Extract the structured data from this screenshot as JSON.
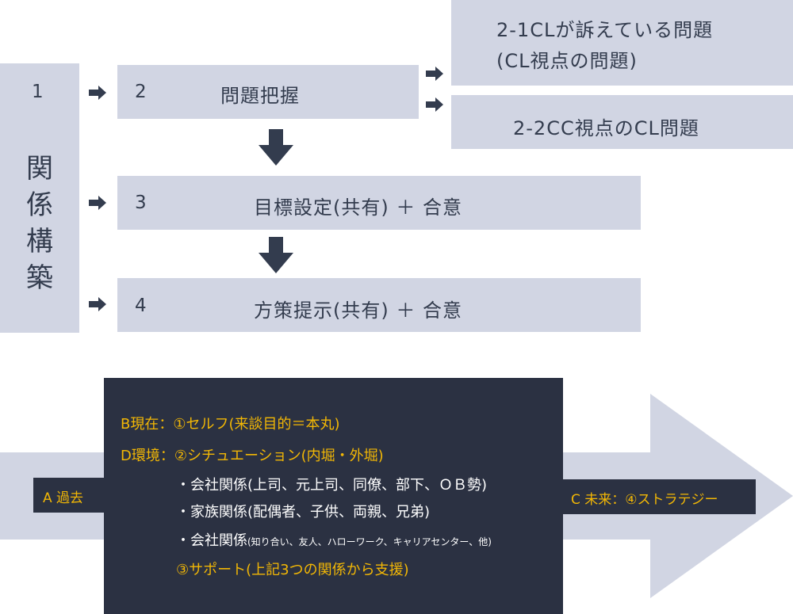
{
  "top": {
    "box1": {
      "number": "1",
      "title_chars": [
        "関",
        "係",
        "構",
        "築"
      ]
    },
    "step2": {
      "number": "2",
      "label": "問題把握"
    },
    "step2_1": {
      "line1": "2-1CLが訴えている問題",
      "line2": "(CL視点の問題)"
    },
    "step2_2": {
      "label": "2-2CC視点のCL問題"
    },
    "step3": {
      "number": "3",
      "label": "目標設定(共有) ＋ 合意"
    },
    "step4": {
      "number": "4",
      "label": "方策提示(共有) ＋ 合意"
    }
  },
  "bottom": {
    "past_label": "A 過去",
    "future_label": "C 未来：④ストラテジー",
    "panel": {
      "line_b": "B現在：①セルフ(来談目的＝本丸)",
      "line_d": "D環境：②シチュエーション(内堀・外堀)",
      "bullet_1": "・会社関係(上司、元上司、同僚、部下、ＯＢ勢)",
      "bullet_2": "・家族関係(配偶者、子供、両親、兄弟)",
      "bullet_3_main": "・会社関係",
      "bullet_3_small": "(知り合い、友人、ハローワーク、キャリアセンター、他)",
      "line_support": "③サポート(上記3つの関係から支援)"
    }
  },
  "colors": {
    "box": "#d1d5e3",
    "text_dark": "#333c4e",
    "panel": "#2b3142",
    "accent_yellow": "#f2b705",
    "arrow": "#333c4e"
  }
}
